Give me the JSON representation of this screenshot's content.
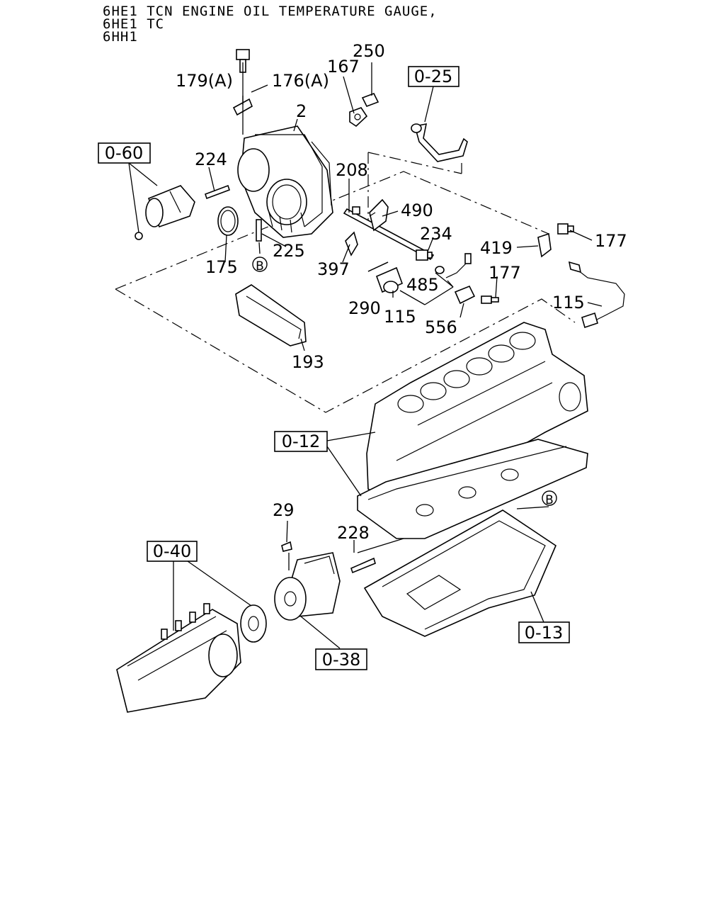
{
  "header": {
    "line1": "6HE1 TCN ENGINE OIL TEMPERATURE GAUGE,",
    "line2": "6HE1 TC",
    "line3": "6HH1"
  },
  "callouts": {
    "c179A": "179(A)",
    "c176A": "176(A)",
    "c167": "167",
    "c250": "250",
    "c2": "2",
    "c224": "224",
    "c208": "208",
    "c490": "490",
    "c175": "175",
    "c225": "225",
    "c397": "397",
    "c234": "234",
    "c419": "419",
    "c177a": "177",
    "c177b": "177",
    "c485": "485",
    "c290": "290",
    "c115a": "115",
    "c115b": "115",
    "c556": "556",
    "c193": "193",
    "c29": "29",
    "c228": "228"
  },
  "circle_refs": {
    "b1": "B",
    "b2": "B"
  },
  "refs": {
    "r025": "0-25",
    "r060": "0-60",
    "r012": "0-12",
    "r040": "0-40",
    "r038": "0-38",
    "r013": "0-13"
  }
}
